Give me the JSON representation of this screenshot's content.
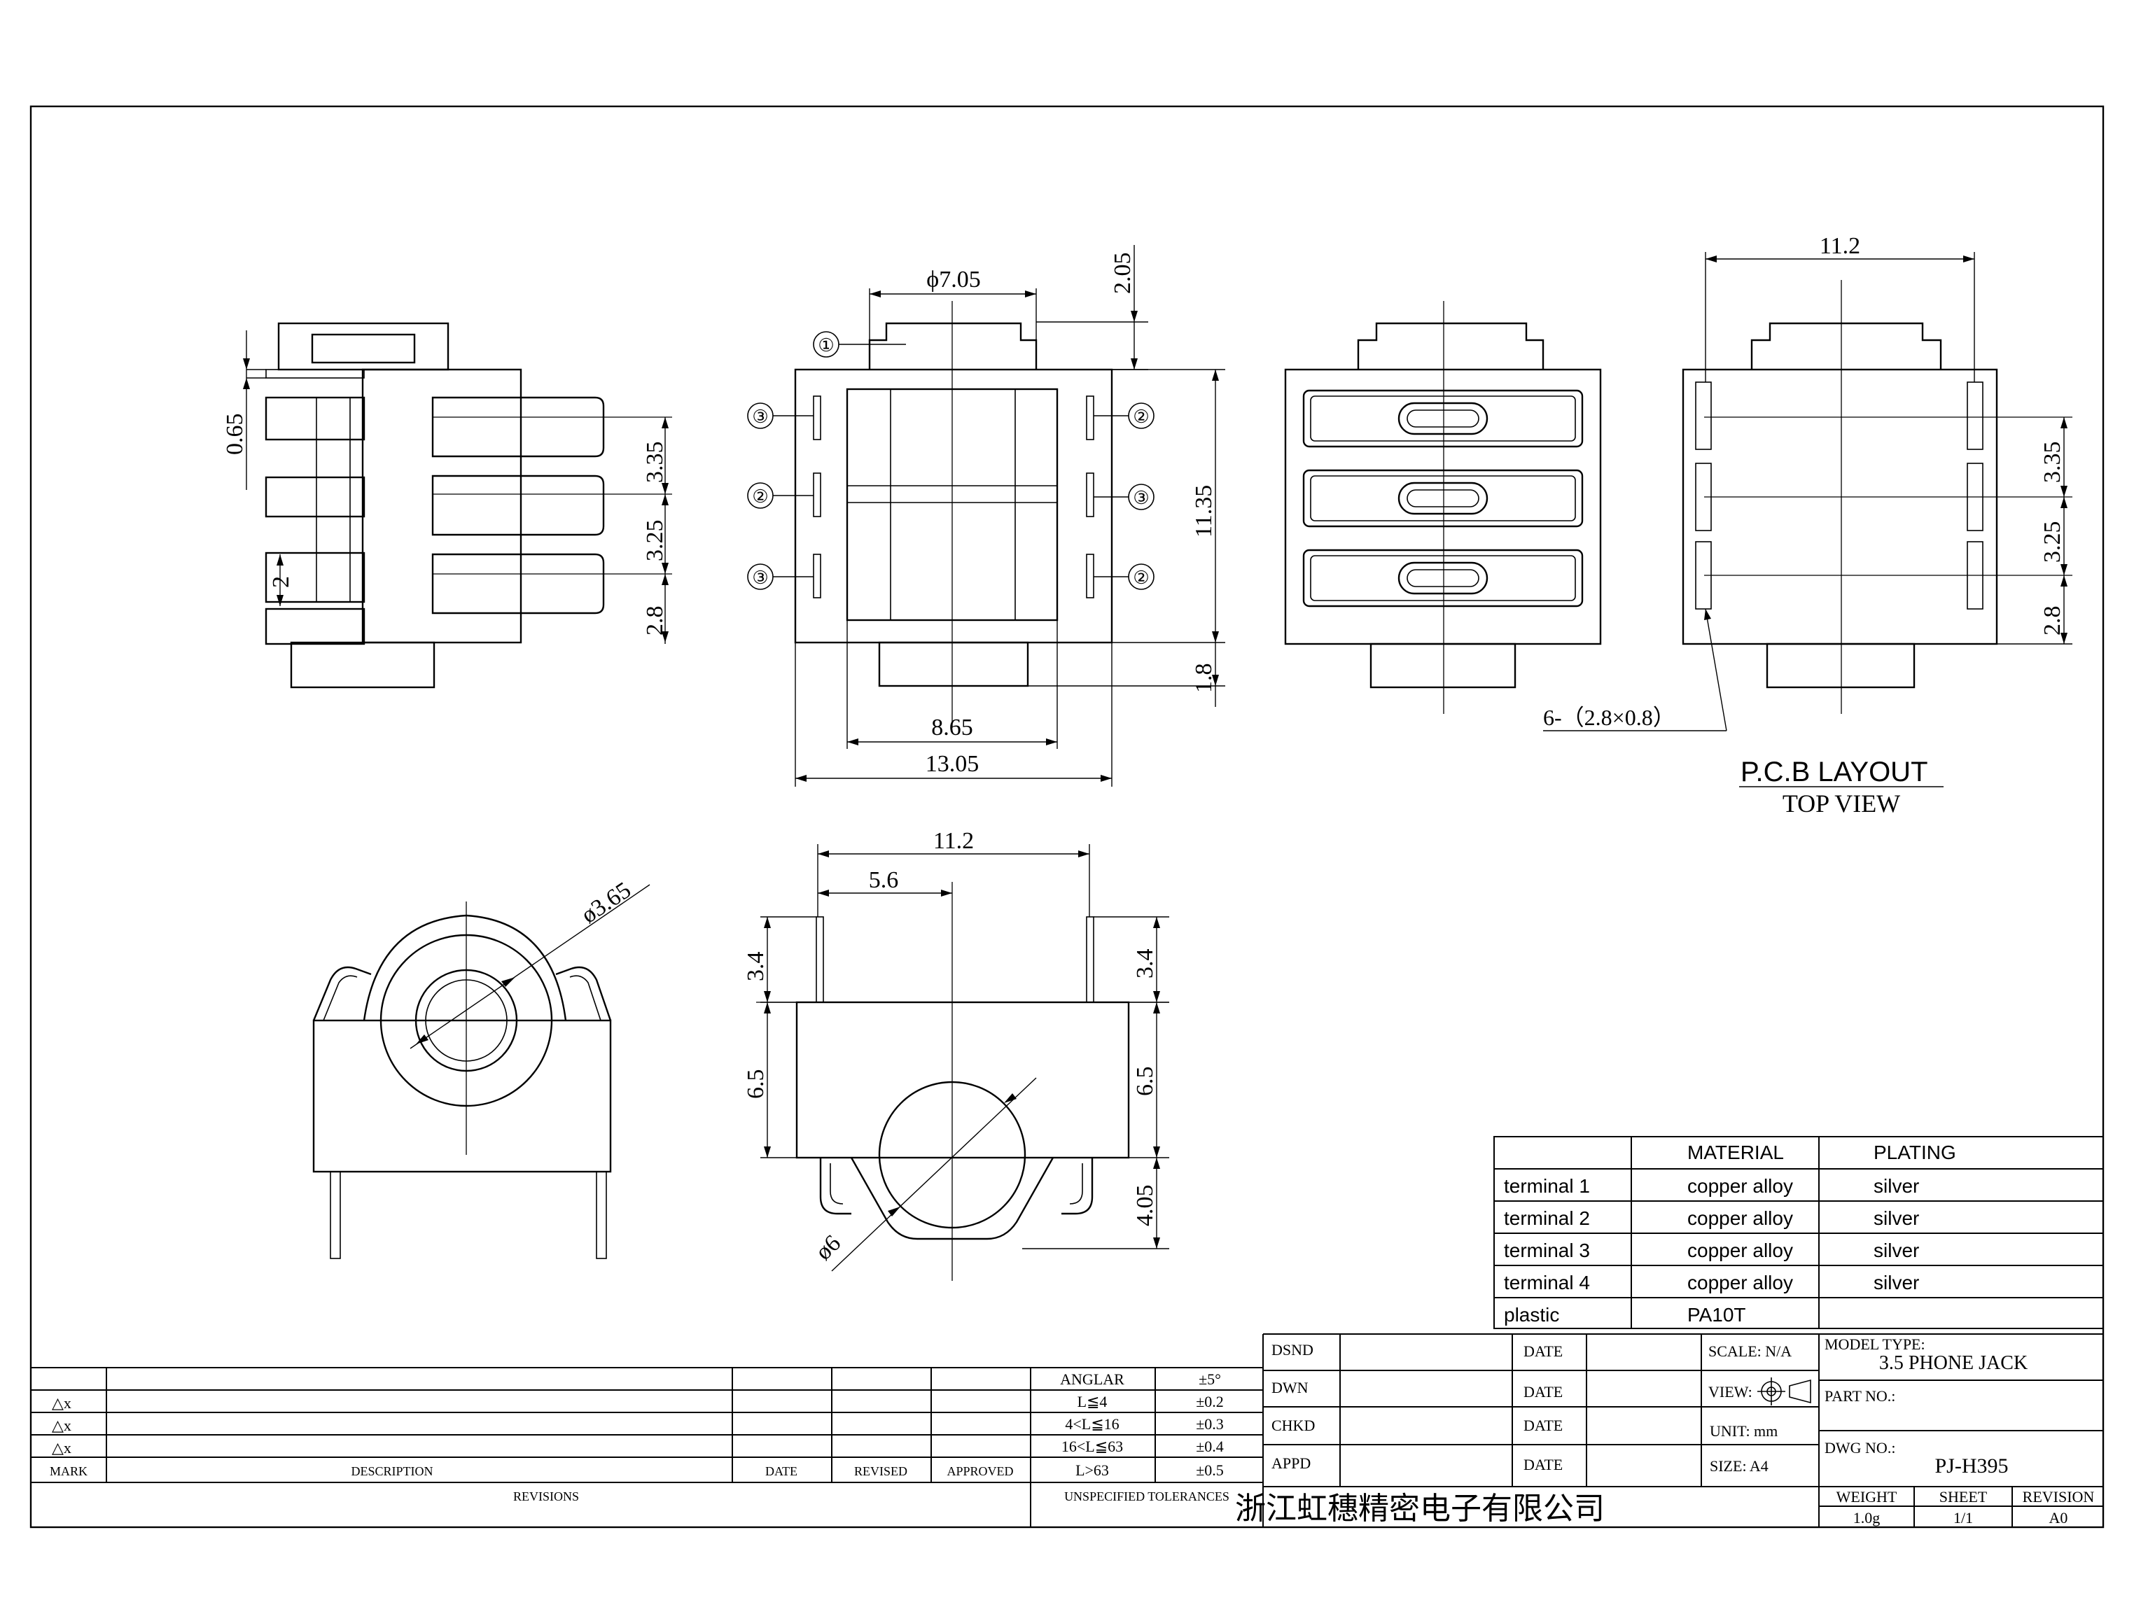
{
  "dims": {
    "phi705": "ϕ7.05",
    "d205": "2.05",
    "d1135": "11.35",
    "d18": "1.8",
    "d865": "8.65",
    "d1305": "13.05",
    "d065": "0.65",
    "d335": "3.35",
    "d325": "3.25",
    "d28": "2.8",
    "d2": "2",
    "d112_top": "11.2",
    "d112_bottom": "11.2",
    "d56": "5.6",
    "d34": "3.4",
    "d65": "6.5",
    "d405": "4.05",
    "dia365": "ø3.65",
    "dia6": "ø6",
    "pads": "6-（2.8×0.8）"
  },
  "callouts": {
    "c1": "①",
    "c2": "②",
    "c3": "③"
  },
  "labels": {
    "pcb_layout": "P.C.B LAYOUT",
    "top_view": "TOP VIEW"
  },
  "material_table": {
    "headers": [
      "",
      "MATERIAL",
      "PLATING"
    ],
    "rows": [
      [
        "terminal 1",
        "copper alloy",
        "silver"
      ],
      [
        "terminal 2",
        "copper alloy",
        "silver"
      ],
      [
        "terminal 3",
        "copper alloy",
        "silver"
      ],
      [
        "terminal 4",
        "copper alloy",
        "silver"
      ],
      [
        "plastic",
        "PA10T",
        ""
      ]
    ]
  },
  "revisions": {
    "marks": [
      "△x",
      "△x",
      "△x"
    ],
    "headers": {
      "mark": "MARK",
      "description": "DESCRIPTION",
      "date": "DATE",
      "revised": "REVISED",
      "approved": "APPROVED"
    },
    "title": "REVISIONS"
  },
  "tolerances": {
    "rows": [
      [
        "ANGLAR",
        "±5°"
      ],
      [
        "L≦4",
        "±0.2"
      ],
      [
        "4<L≦16",
        "±0.3"
      ],
      [
        "16<L≦63",
        "±0.4"
      ],
      [
        "L>63",
        "±0.5"
      ]
    ],
    "title": "UNSPECIFIED TOLERANCES"
  },
  "title_block": {
    "roles": [
      "DSND",
      "DWN",
      "CHKD",
      "APPD"
    ],
    "date_label": "DATE",
    "scale": "SCALE: N/A",
    "view": "VIEW:",
    "unit": "UNIT: mm",
    "size": "SIZE: A4",
    "model_type_label": "MODEL TYPE:",
    "model_type": "3.5 PHONE JACK",
    "part_no_label": "PART NO.:",
    "dwg_no_label": "DWG NO.:",
    "dwg_no": "PJ-H395",
    "company": "浙江虹穗精密电子有限公司",
    "weight_label": "WEIGHT",
    "weight": "1.0g",
    "sheet_label": "SHEET",
    "sheet": "1/1",
    "revision_label": "REVISION",
    "revision": "A0"
  }
}
